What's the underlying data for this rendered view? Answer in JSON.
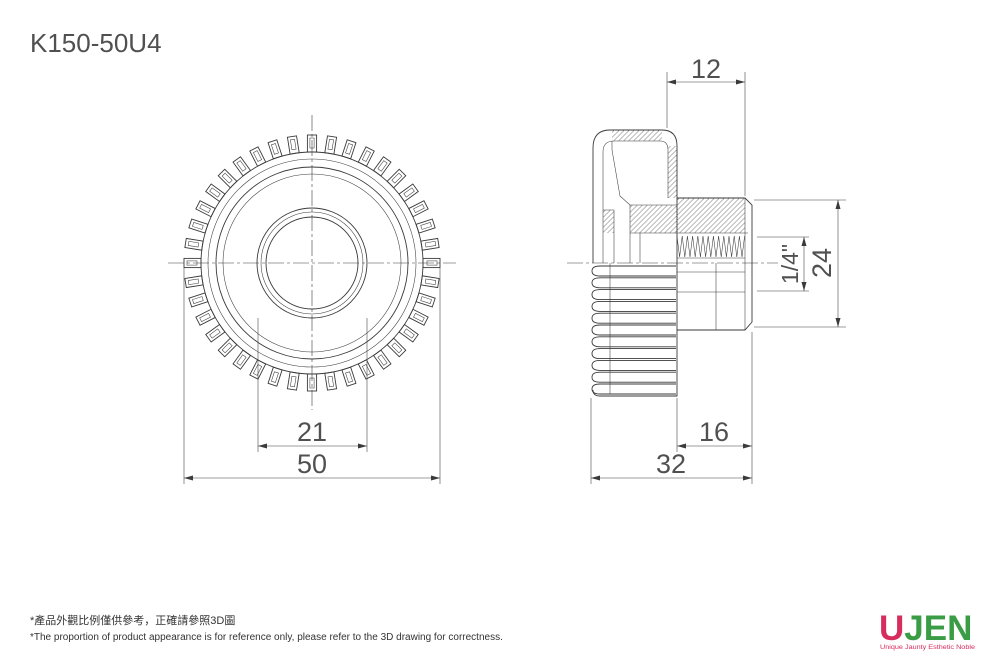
{
  "title": "K150-50U4",
  "front_view": {
    "dimensions": {
      "inner": "21",
      "outer": "50"
    }
  },
  "side_view": {
    "dimensions": {
      "top": "12",
      "thread": "1/4\"",
      "height": "24",
      "boss": "16",
      "overall": "32"
    }
  },
  "notes": [
    "*產品外觀比例僅供參考，正確請參照3D圖",
    "*The proportion of product appearance is for reference only, please refer to the 3D drawing for correctness."
  ],
  "logo": {
    "letter_u": "U",
    "letters_jen": "JEN",
    "tagline": "Unique Jaunty Esthetic Noble"
  },
  "colors": {
    "line": "#3a3a3a",
    "text": "#505050",
    "note": "#333333",
    "brand_u": "#d62d5c",
    "brand_jen": "#3a9d45",
    "tagline": "#d62d5c"
  }
}
